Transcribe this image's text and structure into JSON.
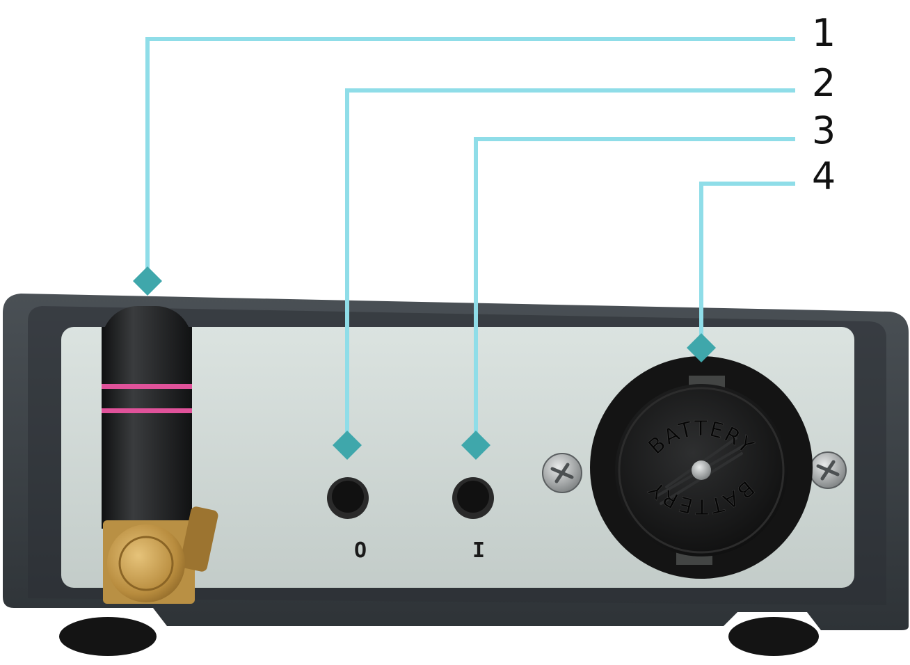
{
  "callouts": [
    {
      "number": "1",
      "target": "antenna"
    },
    {
      "number": "2",
      "target": "off-button"
    },
    {
      "number": "3",
      "target": "on-button"
    },
    {
      "number": "4",
      "target": "battery-compartment"
    }
  ],
  "panel": {
    "off_label": "O",
    "on_label": "I",
    "battery_cap_text_top": "BATTERY",
    "battery_cap_text_bottom": "BATTERY"
  },
  "colors": {
    "leader_line": "#8fdde8",
    "leader_marker": "#3fa7ab",
    "enclosure": "#3b4146",
    "panel": "#cfd8d5",
    "antenna": "#1c1d1e",
    "antenna_stripe": "#e0529a",
    "connector": "#c7a055",
    "button": "#111111",
    "battery_cap": "#1a1a1a"
  }
}
